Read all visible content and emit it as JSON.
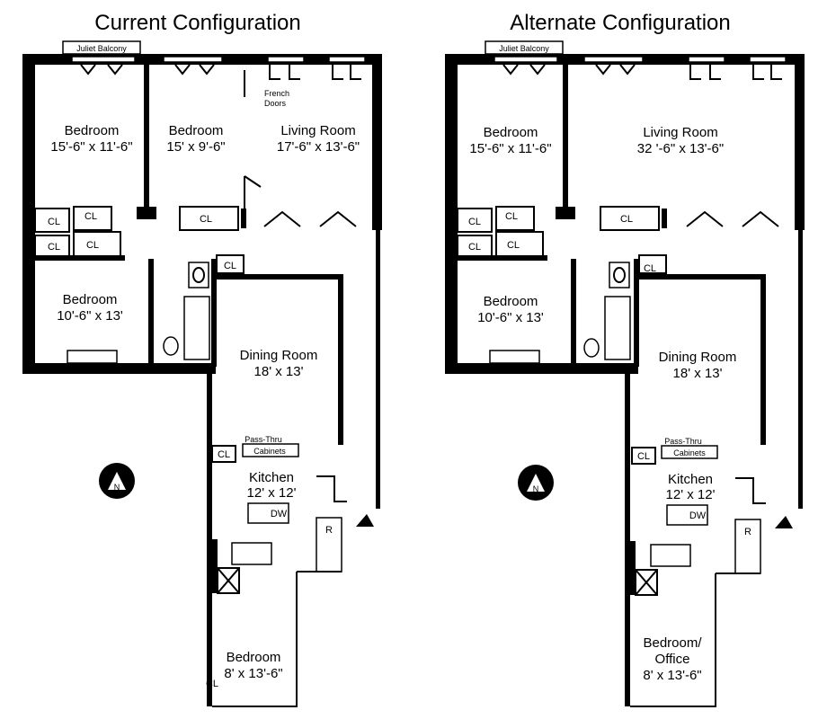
{
  "plans": [
    {
      "title": "Current Configuration",
      "balcony_label": "Juliet Balcony",
      "french_doors_label": [
        "French",
        "Doors"
      ],
      "rooms": {
        "bedroom_a": {
          "name": "Bedroom",
          "dims": "15'-6\" x 11'-6\""
        },
        "bedroom_b": {
          "name": "Bedroom",
          "dims": "15' x 9'-6\""
        },
        "living": {
          "name": "Living Room",
          "dims": "17'-6\" x 13'-6\""
        },
        "bedroom_c": {
          "name": "Bedroom",
          "dims": "10'-6\" x 13'"
        },
        "dining": {
          "name": "Dining Room",
          "dims": "18' x 13'"
        },
        "kitchen": {
          "name": "Kitchen",
          "dims": "12' x 12'"
        },
        "bedroom_d": {
          "name": "Bedroom",
          "dims": "8' x 13'-6\""
        }
      },
      "closet_label": "CL",
      "pass_thru_label": "Pass-Thru",
      "cabinets_label": "Cabinets",
      "dw_label": "DW",
      "fridge_label": "R",
      "compass_label": "N"
    },
    {
      "title": "Alternate Configuration",
      "balcony_label": "Juliet Balcony",
      "rooms": {
        "bedroom_a": {
          "name": "Bedroom",
          "dims": "15'-6\" x 11'-6\""
        },
        "living": {
          "name": "Living Room",
          "dims": "32 '-6\" x 13'-6\""
        },
        "bedroom_c": {
          "name": "Bedroom",
          "dims": "10'-6\" x 13'"
        },
        "dining": {
          "name": "Dining Room",
          "dims": "18' x 13'"
        },
        "kitchen": {
          "name": "Kitchen",
          "dims": "12' x 12'"
        },
        "bedroom_d": {
          "name": "Bedroom/",
          "line2": "Office",
          "dims": "8' x 13'-6\""
        }
      },
      "closet_label": "CL",
      "pass_thru_label": "Pass-Thru",
      "cabinets_label": "Cabinets",
      "dw_label": "DW",
      "fridge_label": "R",
      "compass_label": "N"
    }
  ]
}
